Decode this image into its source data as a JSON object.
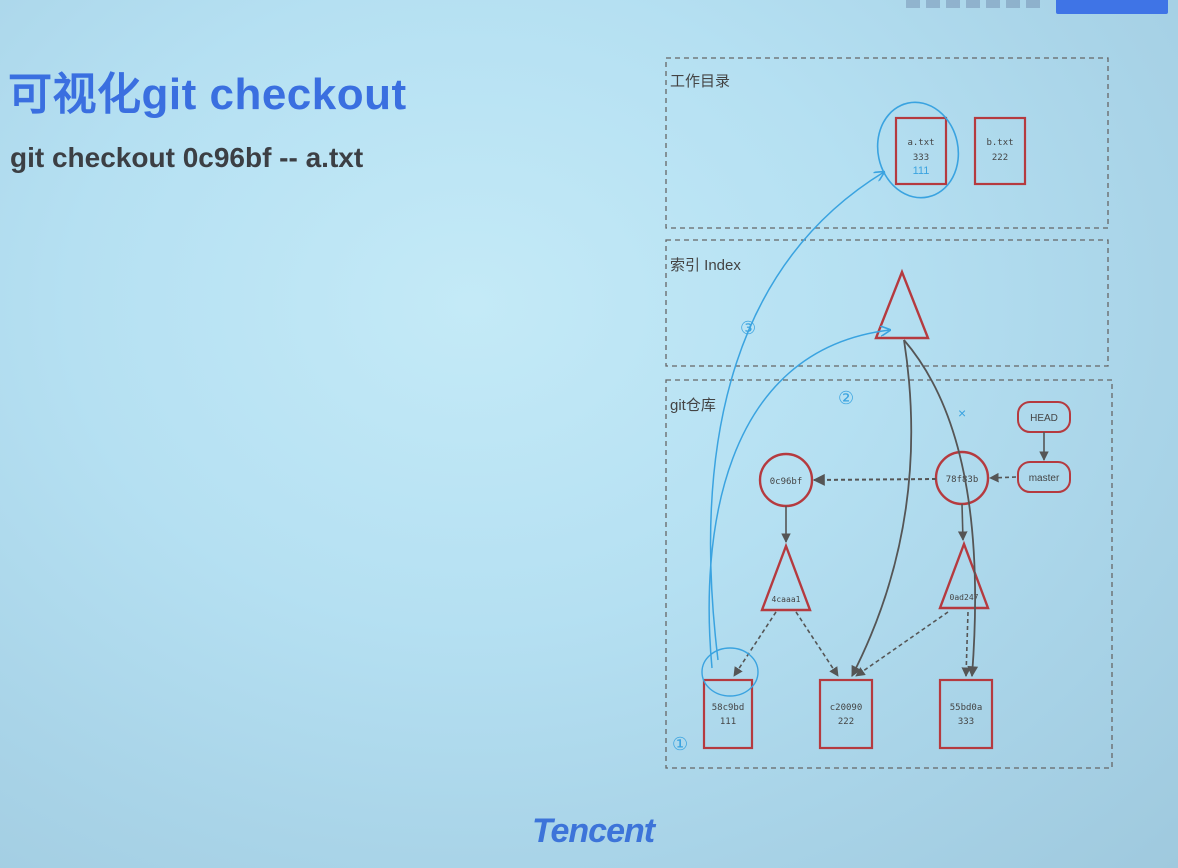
{
  "slide": {
    "title": "可视化git checkout",
    "subtitle": "git checkout 0c96bf -- a.txt",
    "brand": "Tencent"
  },
  "diagram": {
    "sections": {
      "working_dir": "工作目录",
      "index": "索引 Index",
      "repo": "git仓库"
    },
    "working_files": [
      {
        "name": "a.txt",
        "content": "333",
        "annotation": "111"
      },
      {
        "name": "b.txt",
        "content": "222"
      }
    ],
    "commits": {
      "old": "0c96bf",
      "new": "78f83b"
    },
    "trees": {
      "old": "4caaa1",
      "new": "0ad247"
    },
    "blobs": [
      {
        "hash": "58c9bd",
        "content": "111"
      },
      {
        "hash": "c20090",
        "content": "222"
      },
      {
        "hash": "55bd0a",
        "content": "333"
      }
    ],
    "refs": {
      "head": "HEAD",
      "branch": "master"
    },
    "annotations": {
      "step1": "①",
      "step2": "②",
      "step3": "③"
    },
    "colors": {
      "node": "#b53a3f",
      "edge": "#555555",
      "handwriting": "#3aa3e0",
      "title": "#3a6fe0"
    }
  }
}
